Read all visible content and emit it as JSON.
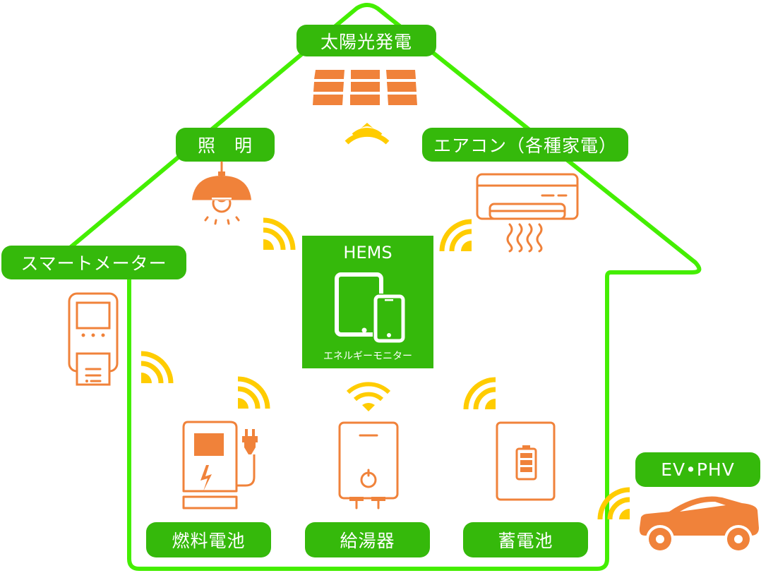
{
  "diagram": {
    "title": "HEMS",
    "hub": {
      "title": "HEMS",
      "subtitle": "エネルギーモニター",
      "icon": "tablet-and-phone-icon"
    },
    "devices": [
      {
        "id": "solar",
        "label": "太陽光発電",
        "icon": "solar-panel-icon"
      },
      {
        "id": "lighting",
        "label": "照　明",
        "icon": "pendant-lamp-icon"
      },
      {
        "id": "aircon",
        "label": "エアコン（各種家電）",
        "icon": "air-conditioner-icon"
      },
      {
        "id": "smart-meter",
        "label": "スマートメーター",
        "icon": "smart-meter-icon"
      },
      {
        "id": "fuel-cell",
        "label": "燃料電池",
        "icon": "charging-station-icon"
      },
      {
        "id": "water-heater",
        "label": "給湯器",
        "icon": "water-heater-icon"
      },
      {
        "id": "storage-battery",
        "label": "蓄電池",
        "icon": "battery-icon"
      },
      {
        "id": "ev",
        "label": "EV•PHV",
        "icon": "car-icon"
      }
    ],
    "colors": {
      "label_bg": "#35b90b",
      "house_outline": "#44ee00",
      "icon": "#f0823a",
      "wireless": "#ffcc00",
      "text": "#ffffff"
    }
  }
}
